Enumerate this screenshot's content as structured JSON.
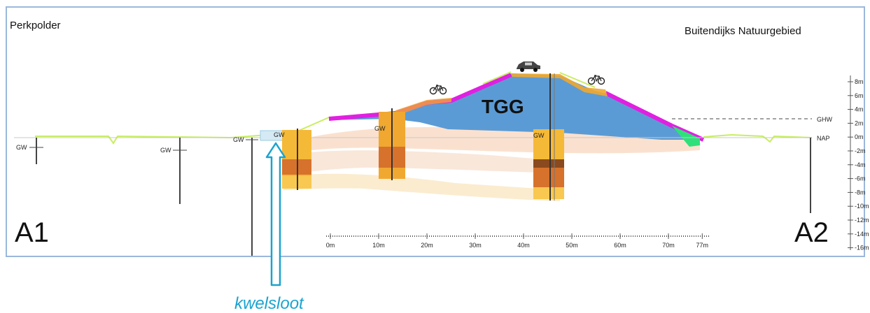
{
  "labels": {
    "left_area": "Perkpolder",
    "right_area": "Buitendijks Natuurgebied",
    "section_start": "A1",
    "section_end": "A2",
    "dike": "TGG",
    "ditch": "kwelsloot",
    "groundwater": "GW",
    "high_water": "GHW",
    "datum": "NAP"
  },
  "elevation_scale": [
    "8m",
    "6m",
    "4m",
    "2m",
    "0m",
    "-2m",
    "-4m",
    "-6m",
    "-8m",
    "-10m",
    "-12m",
    "-14m",
    "-16m"
  ],
  "distance_scale": [
    "0m",
    "10m",
    "20m",
    "30m",
    "40m",
    "50m",
    "60m",
    "70m",
    "77m"
  ],
  "icons": [
    "bicycle-icon",
    "car-icon",
    "bicycle-icon"
  ],
  "colors": {
    "frame": "#9bb8dc",
    "dike_body": "#5b9bd5",
    "bike_path": "#e020e0",
    "ground_line": "#c8ee60",
    "soil_light": "#f9dba0",
    "soil_orange": "#f0a830",
    "soil_dark": "#d8702a",
    "ditch_arrow": "#1aa3cf",
    "foreland_green": "#2ee07a"
  }
}
